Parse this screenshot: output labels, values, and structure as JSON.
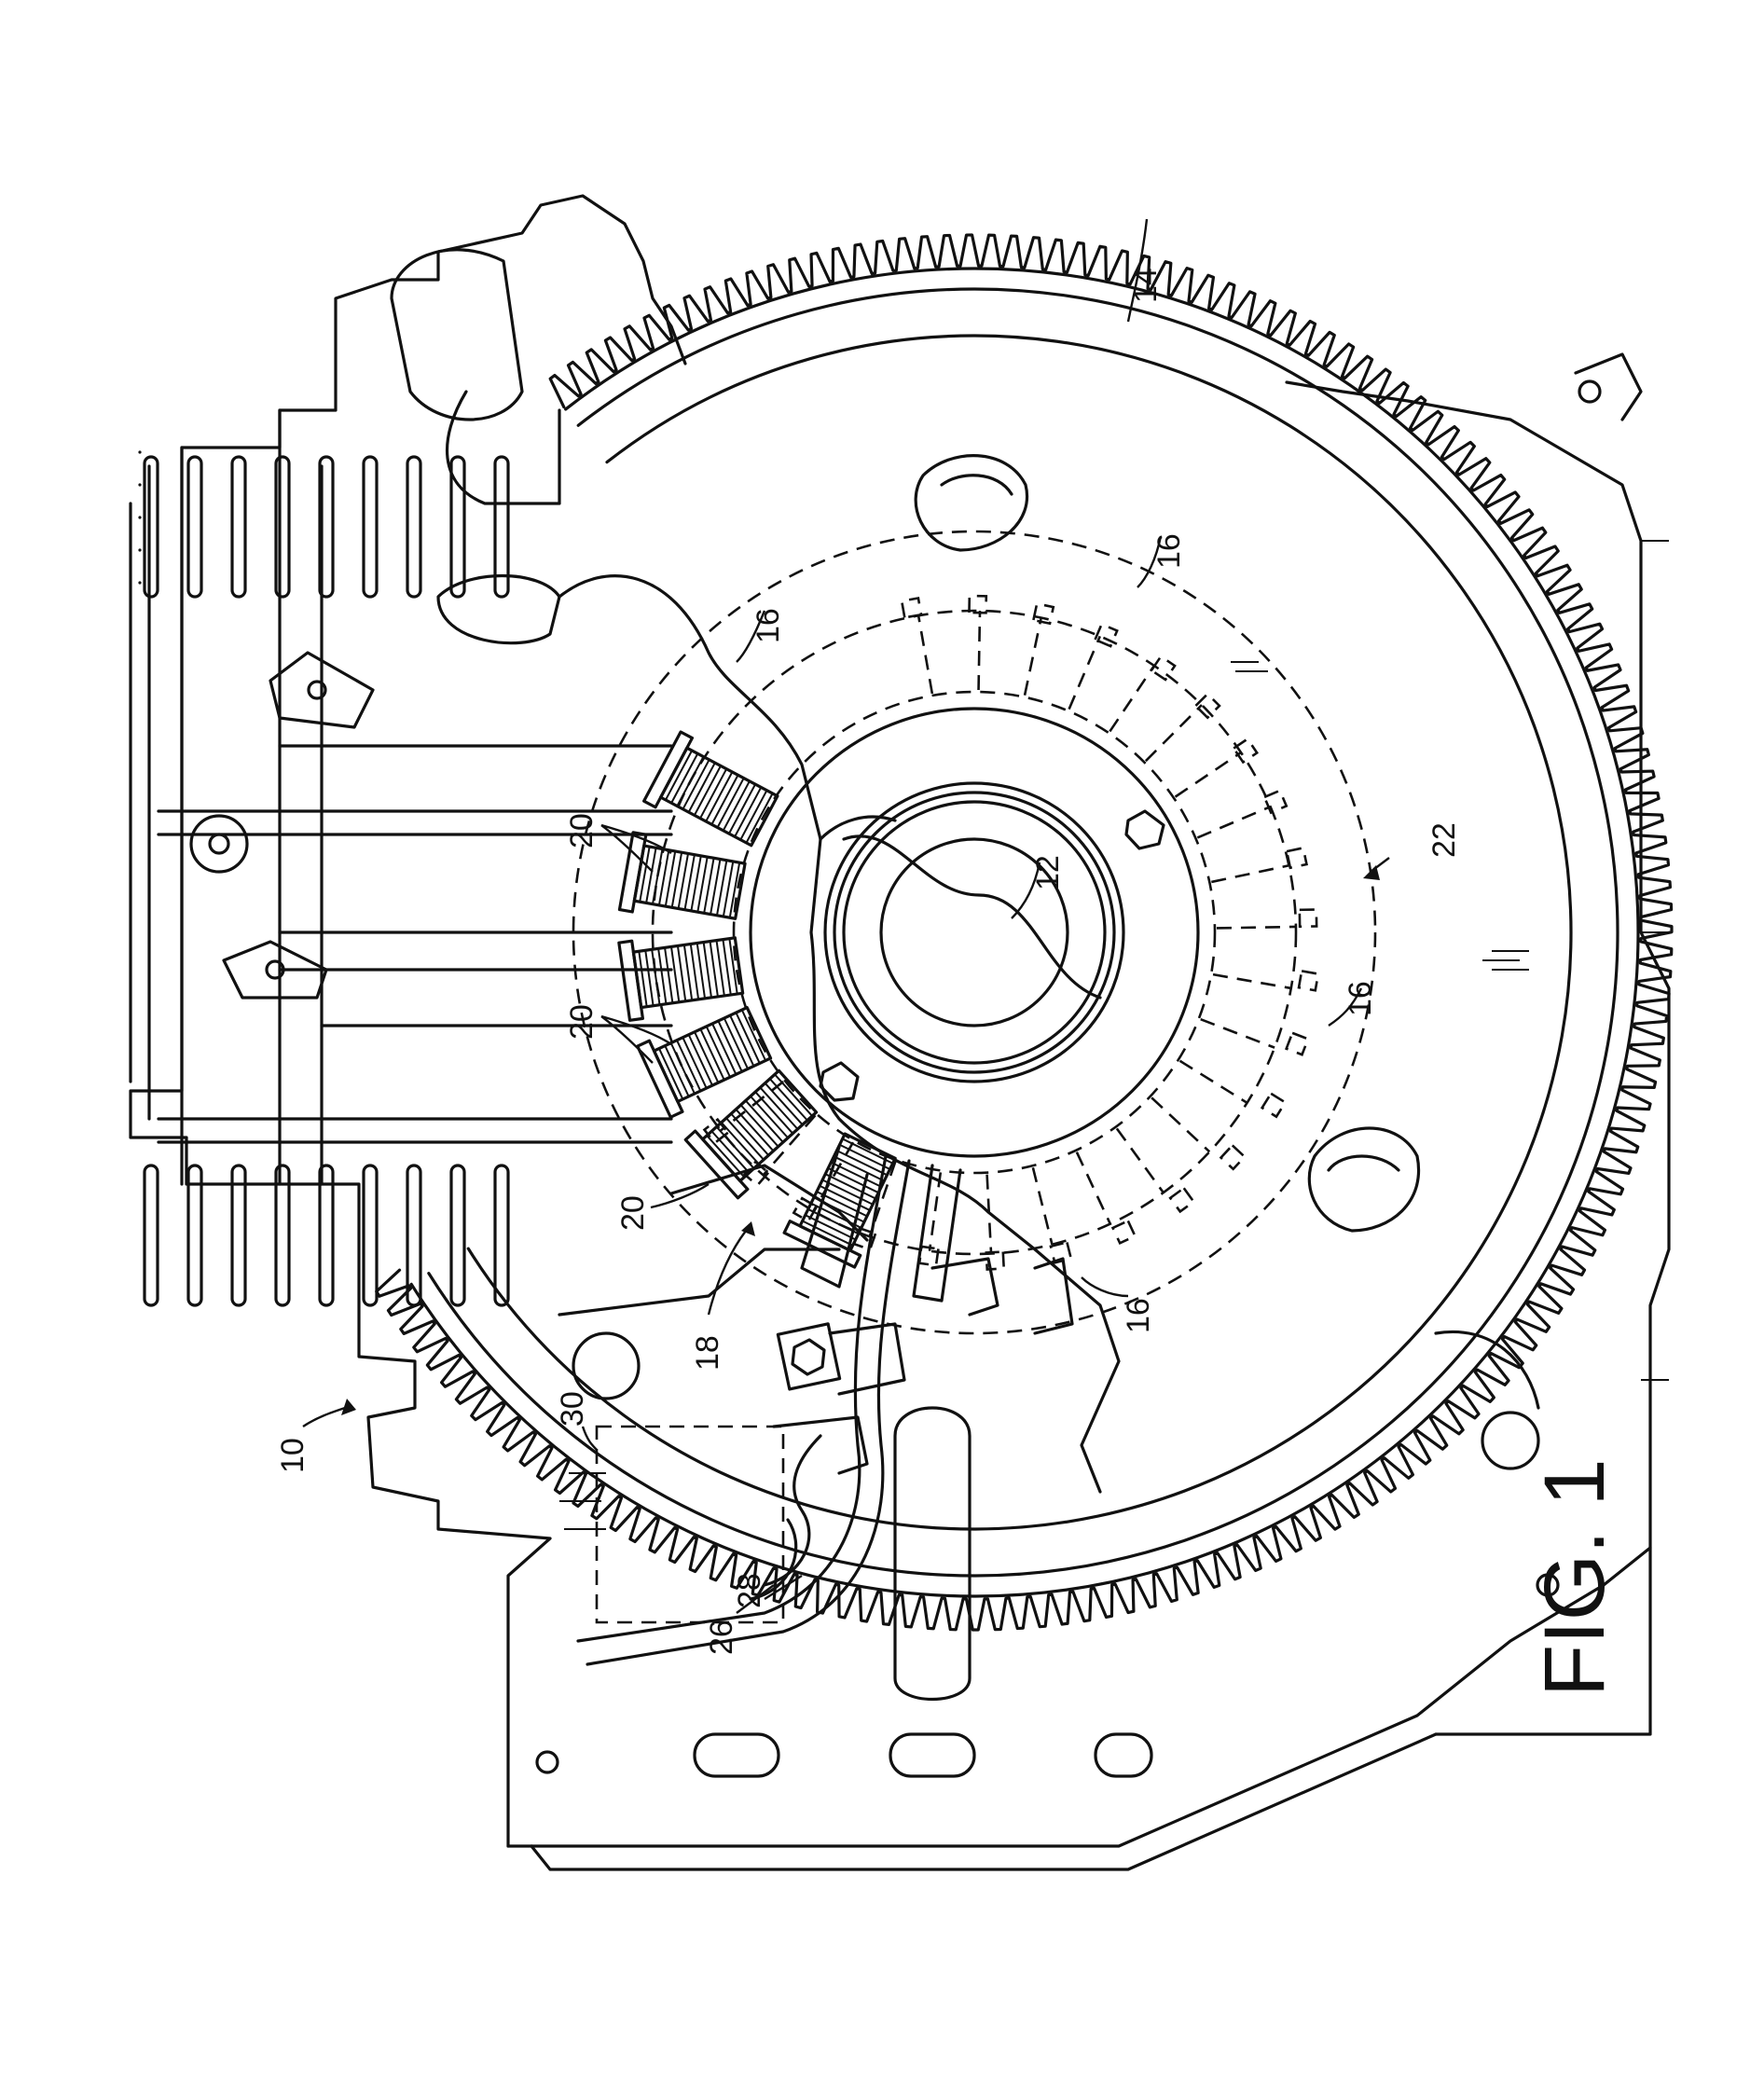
{
  "figure": {
    "caption": "FIG. 1",
    "reference_numerals": [
      "10",
      "12",
      "14",
      "16",
      "16",
      "16",
      "16",
      "18",
      "20",
      "20",
      "20",
      "22",
      "26",
      "28",
      "30"
    ]
  }
}
